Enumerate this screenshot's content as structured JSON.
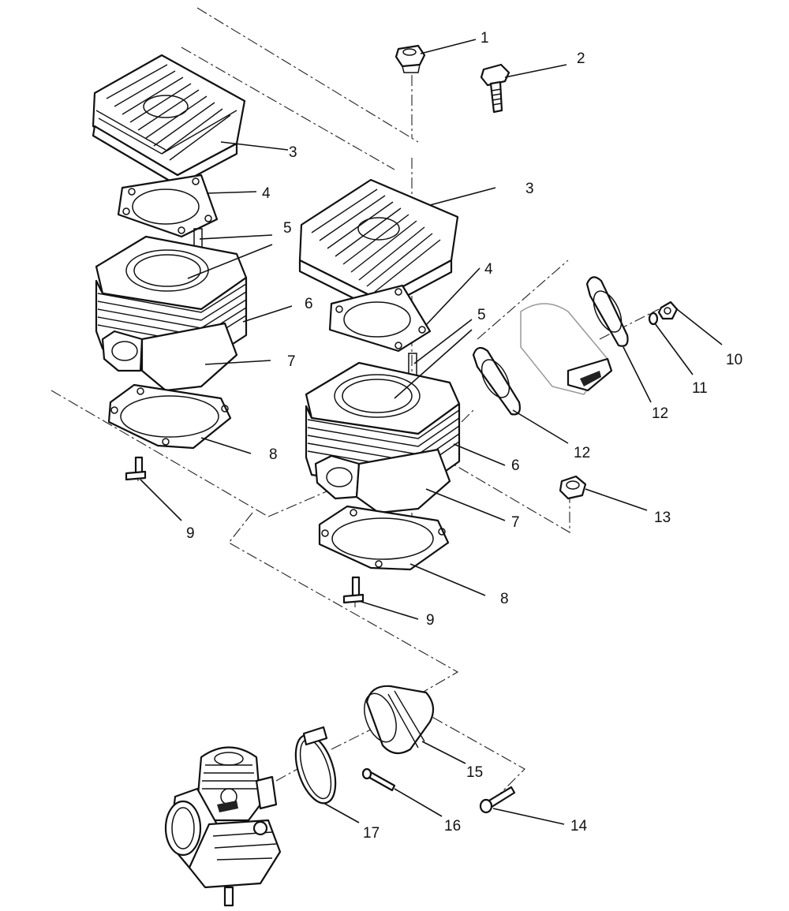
{
  "diagram": {
    "callouts": [
      {
        "id": "c1",
        "label": "1"
      },
      {
        "id": "c2",
        "label": "2"
      },
      {
        "id": "c3a",
        "label": "3"
      },
      {
        "id": "c3b",
        "label": "3"
      },
      {
        "id": "c4a",
        "label": "4"
      },
      {
        "id": "c4b",
        "label": "4"
      },
      {
        "id": "c5a",
        "label": "5"
      },
      {
        "id": "c5b",
        "label": "5"
      },
      {
        "id": "c6a",
        "label": "6"
      },
      {
        "id": "c6b",
        "label": "6"
      },
      {
        "id": "c7a",
        "label": "7"
      },
      {
        "id": "c7b",
        "label": "7"
      },
      {
        "id": "c8a",
        "label": "8"
      },
      {
        "id": "c8b",
        "label": "8"
      },
      {
        "id": "c9a",
        "label": "9"
      },
      {
        "id": "c9b",
        "label": "9"
      },
      {
        "id": "c10",
        "label": "10"
      },
      {
        "id": "c11",
        "label": "11"
      },
      {
        "id": "c12a",
        "label": "12"
      },
      {
        "id": "c12b",
        "label": "12"
      },
      {
        "id": "c13",
        "label": "13"
      },
      {
        "id": "c14",
        "label": "14"
      },
      {
        "id": "c15",
        "label": "15"
      },
      {
        "id": "c16",
        "label": "16"
      },
      {
        "id": "c17",
        "label": "17"
      }
    ]
  }
}
